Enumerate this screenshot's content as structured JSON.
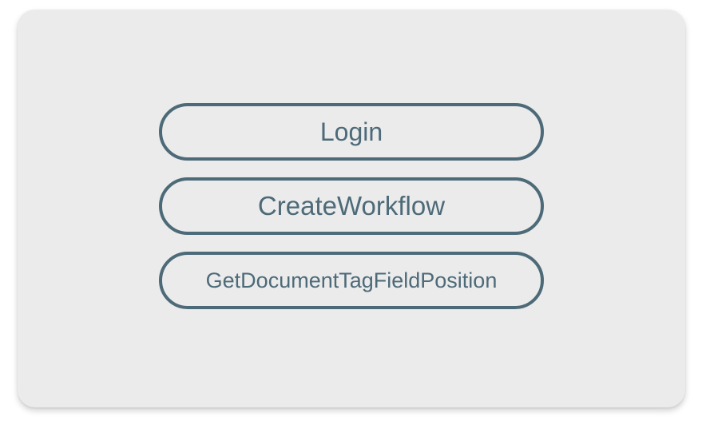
{
  "buttons": [
    {
      "label": "Login"
    },
    {
      "label": "CreateWorkflow"
    },
    {
      "label": "GetDocumentTagFieldPosition"
    }
  ],
  "colors": {
    "button_border": "#4d6a78",
    "button_text": "#4d6a78",
    "card_background": "#ebebeb",
    "page_background": "#ffffff"
  }
}
